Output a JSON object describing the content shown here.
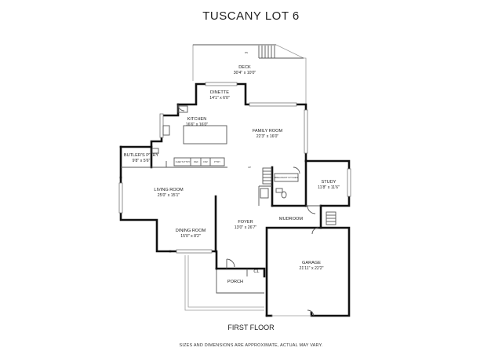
{
  "title": "TUSCANY LOT 6",
  "floor_label": "FIRST FLOOR",
  "disclaimer": "SIZES AND DIMENSIONS ARE APPROXIMATE, ACTUAL MAY VARY.",
  "rooms": {
    "deck": {
      "name": "DECK",
      "dims": "30'4\" x 10'0\""
    },
    "dinette": {
      "name": "DINETTE",
      "dims": "14'1\" x 6'0\""
    },
    "kitchen": {
      "name": "KITCHEN",
      "dims": "16'6\" x 16'0\""
    },
    "family_room": {
      "name": "FAMILY ROOM",
      "dims": "22'3\" x 16'0\""
    },
    "butlers_pantry": {
      "name": "BUTLER'S P'TRY",
      "dims": "9'8\" x 5'6\""
    },
    "study": {
      "name": "STUDY",
      "dims": "11'8\" x 11'6\""
    },
    "living_room": {
      "name": "LIVING ROOM",
      "dims": "25'0\" x 15'1\""
    },
    "foyer": {
      "name": "FOYER",
      "dims": "13'0\" x 26'7\""
    },
    "dining_room": {
      "name": "DINING ROOM",
      "dims": "15'0\" x 8'2\""
    },
    "mudroom": {
      "name": "MUDROOM",
      "dims": ""
    },
    "garage": {
      "name": "GARAGE",
      "dims": "21'11\" x 22'2\""
    },
    "porch": {
      "name": "PORCH",
      "dims": ""
    },
    "closet": {
      "name": "CL",
      "dims": ""
    }
  },
  "small_labels": {
    "chefs_pantry": "CHEF'S P'TRY",
    "ref": "REF",
    "frz": "FRZ",
    "pantry": "P'TRY",
    "dn": "DN",
    "up": "UP",
    "breakfast": "BREAKFAST KITCHEN"
  }
}
